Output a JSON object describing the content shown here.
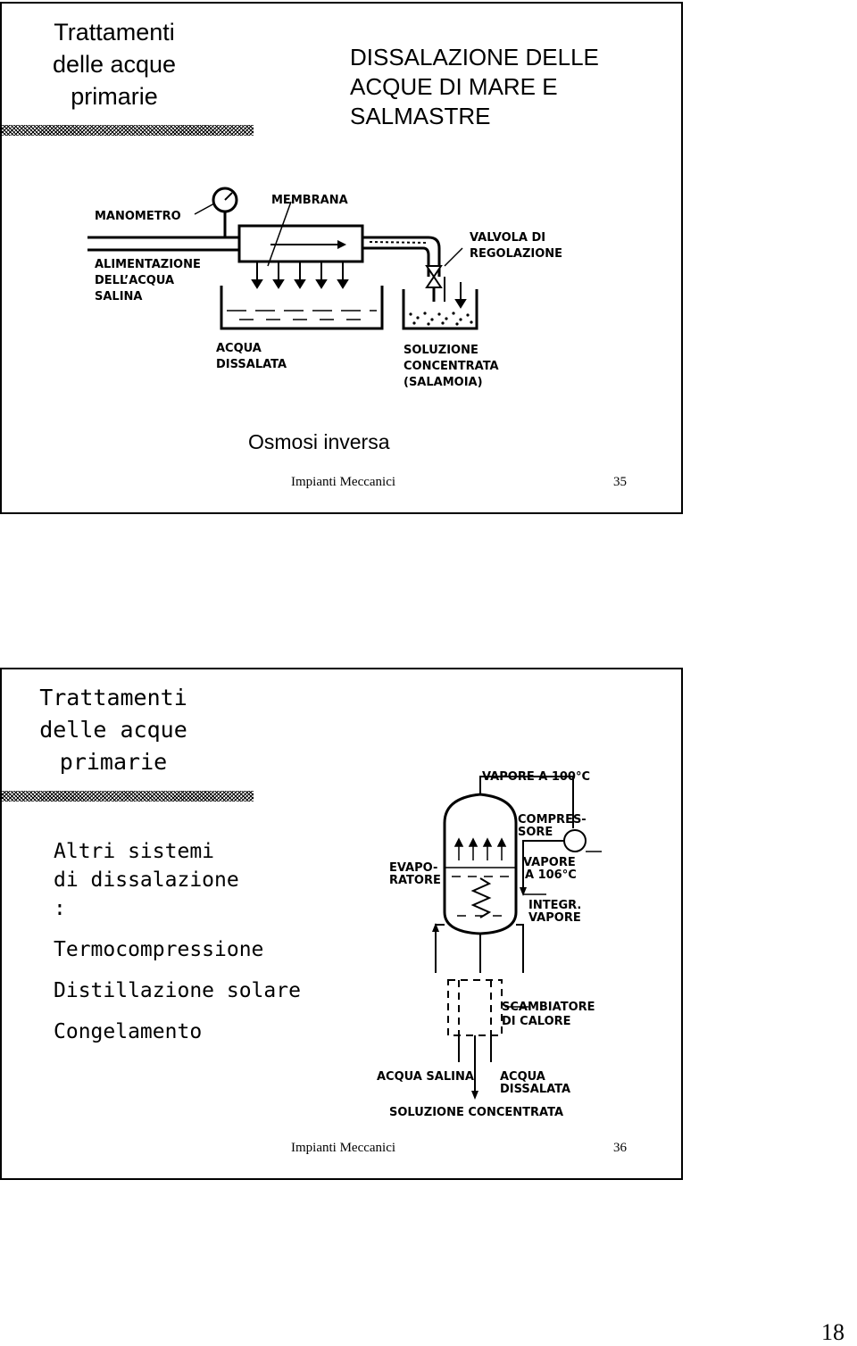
{
  "slides": [
    {
      "section_title": "Trattamenti delle acque primarie",
      "heading": "DISSALAZIONE DELLE ACQUE DI MARE E SALMASTRE",
      "diagram_labels": {
        "manometro": "MANOMETRO",
        "membrana": "MEMBRANA",
        "alimentazione": [
          "ALIMENTAZIONE",
          "DELL’ACQUA",
          "SALINA"
        ],
        "valvola": [
          "VALVOLA DI",
          "REGOLAZIONE"
        ],
        "acqua_dissalata": [
          "ACQUA",
          "DISSALATA"
        ],
        "soluzione": [
          "SOLUZIONE",
          "CONCENTRATA",
          "(SALAMOIA)"
        ]
      },
      "caption": "Osmosi inversa",
      "footer": "Impianti Meccanici",
      "number": "35"
    },
    {
      "section_title": "Trattamenti delle acque primarie",
      "list_intro": "Altri sistemi di dissalazione :",
      "items": [
        "Termocompressione",
        "Distillazione solare",
        "Congelamento"
      ],
      "diagram_labels": {
        "vapore100": "VAPORE A 100°C",
        "compressore": [
          "COMPRES-",
          "SORE"
        ],
        "vapore106": [
          "VAPORE",
          "A 106°C"
        ],
        "evaporatore": [
          "EVAPO-",
          "RATORE"
        ],
        "integr": [
          "INTEGR.",
          "VAPORE"
        ],
        "scambiatore": [
          "SCAMBIATORE",
          "DI CALORE"
        ],
        "acqua_salina": "ACQUA SALINA",
        "acqua_dissalata": [
          "ACQUA",
          "DISSALATA"
        ],
        "soluzione": "SOLUZIONE CONCENTRATA"
      },
      "footer": "Impianti Meccanici",
      "number": "36"
    }
  ],
  "page_number": "18"
}
